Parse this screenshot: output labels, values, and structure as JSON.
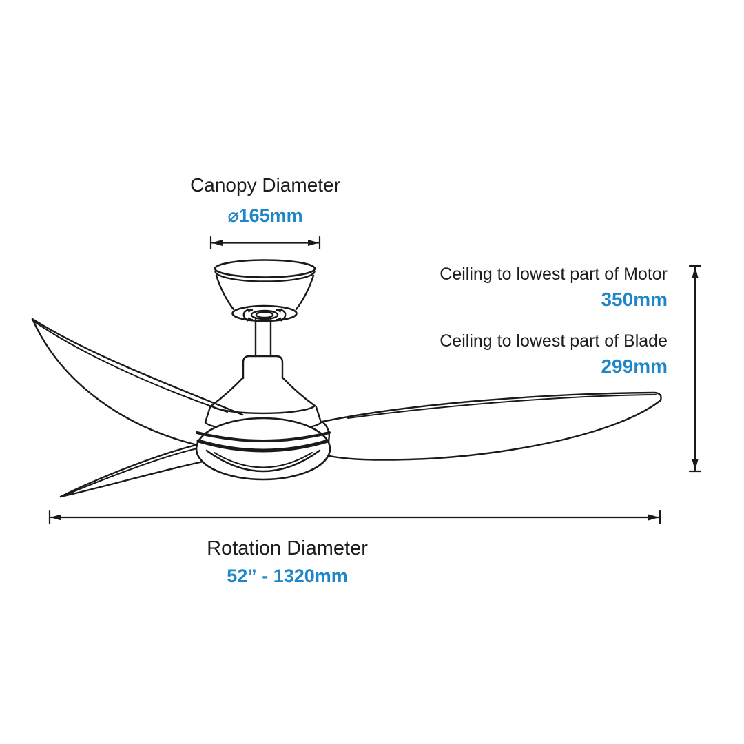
{
  "colors": {
    "accent": "#1f86c7",
    "text": "#1d1d1b",
    "line": "#1a1a1a"
  },
  "dimensions": {
    "canopy": {
      "label": "Canopy Diameter",
      "value": "⌀165mm"
    },
    "ceiling_to_motor": {
      "label": "Ceiling to lowest part of Motor",
      "value": "350mm"
    },
    "ceiling_to_blade": {
      "label": "Ceiling to lowest part of Blade",
      "value": "299mm"
    },
    "rotation": {
      "label": "Rotation Diameter",
      "value": "52” - 1320mm"
    }
  },
  "diagram": {
    "subject": "3-blade ceiling fan with light, technical line drawing"
  }
}
